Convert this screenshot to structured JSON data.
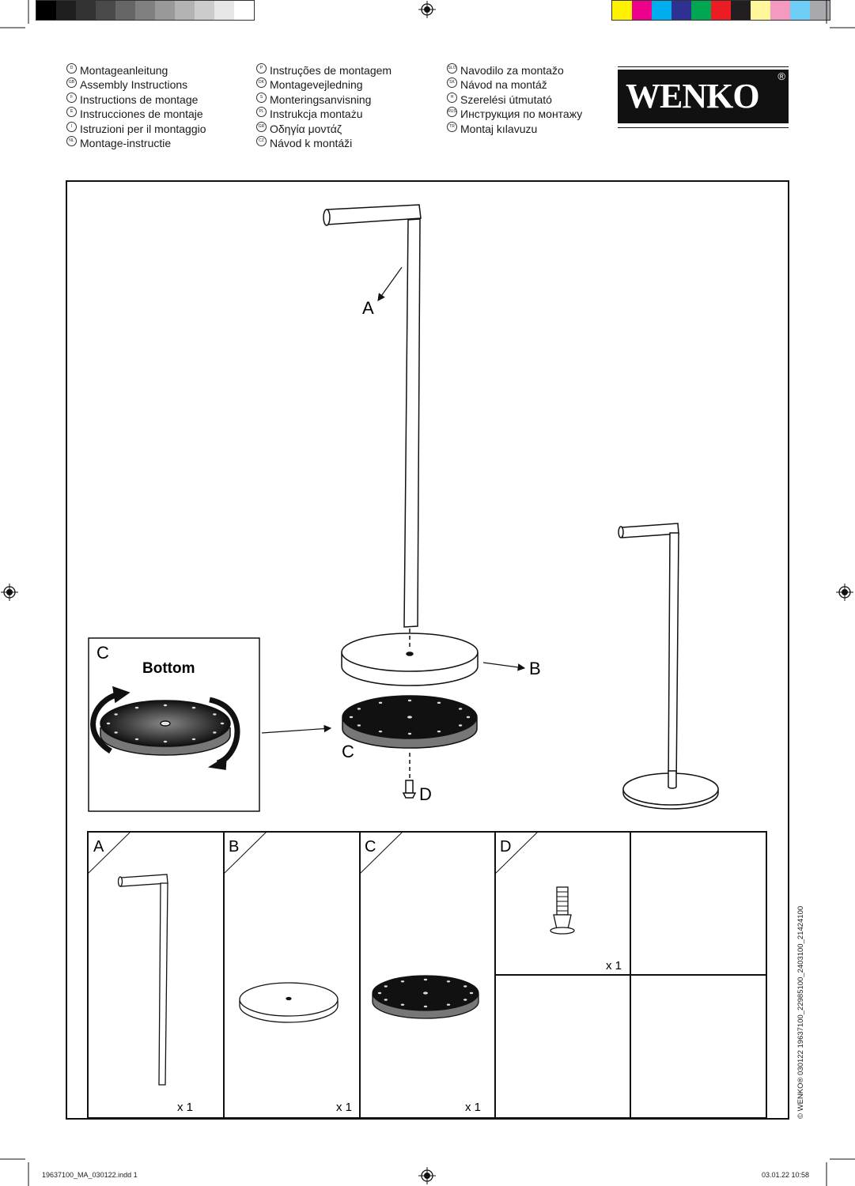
{
  "header": {
    "languages": [
      [
        {
          "code": "D",
          "label": "Montageanleitung"
        },
        {
          "code": "GB",
          "label": "Assembly Instructions"
        },
        {
          "code": "F",
          "label": "Instructions de montage"
        },
        {
          "code": "E",
          "label": "Instrucciones de montaje"
        },
        {
          "code": "I",
          "label": "Istruzioni per il montaggio"
        },
        {
          "code": "NL",
          "label": "Montage-instructie"
        }
      ],
      [
        {
          "code": "P",
          "label": "Instruções de montagem"
        },
        {
          "code": "DK",
          "label": "Montagevejledning"
        },
        {
          "code": "S",
          "label": "Monteringsanvisning"
        },
        {
          "code": "PL",
          "label": "Instrukcja montażu"
        },
        {
          "code": "GR",
          "label": "Οδηγία μοντάζ"
        },
        {
          "code": "CZ",
          "label": "Návod k montáži"
        }
      ],
      [
        {
          "code": "SLO",
          "label": "Navodilo za montažo"
        },
        {
          "code": "SK",
          "label": "Návod na montáž"
        },
        {
          "code": "H",
          "label": "Szerelési útmutató"
        },
        {
          "code": "RUS",
          "label": "Инструкция по монтажу"
        },
        {
          "code": "TR",
          "label": "Montaj kılavuzu"
        }
      ]
    ],
    "logo": "WENKO",
    "logo_mark": "®"
  },
  "colors": {
    "gray_bar": [
      "#000000",
      "#1e1e1e",
      "#333333",
      "#4a4a4a",
      "#666666",
      "#808080",
      "#999999",
      "#b3b3b3",
      "#cccccc",
      "#e6e6e6",
      "#ffffff"
    ],
    "color_bar": [
      "#fff200",
      "#ec008c",
      "#00aeef",
      "#2e3192",
      "#00a651",
      "#ed1c24",
      "#231f20",
      "#fff799",
      "#f49ac1",
      "#6dcff6",
      "#a7a9ac"
    ]
  },
  "diagram": {
    "labels": {
      "a": "A",
      "b": "B",
      "c": "C",
      "d": "D"
    },
    "inset": {
      "letter": "C",
      "title": "Bottom"
    }
  },
  "parts": [
    {
      "letter": "A",
      "qty": "x 1"
    },
    {
      "letter": "B",
      "qty": "x 1"
    },
    {
      "letter": "C",
      "qty": "x 1"
    },
    {
      "letter": "D",
      "qty": "x 1"
    }
  ],
  "side_text": "© WENKO® 030122  19637100_22985100_2403100_21424100",
  "footer": {
    "file": "19637100_MA_030122.indd   1",
    "datetime": "03.01.22   10:58"
  }
}
